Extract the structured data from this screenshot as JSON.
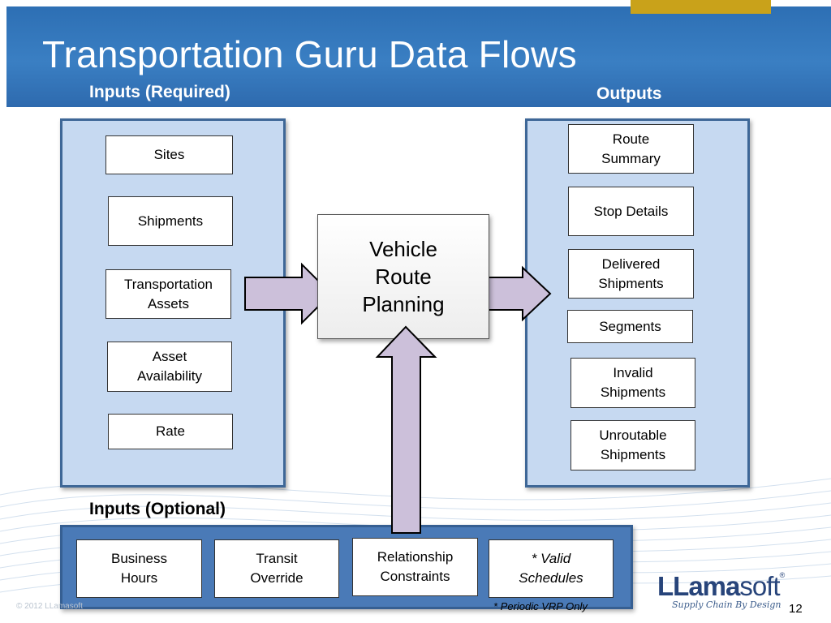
{
  "slide": {
    "title": "Transportation Guru Data Flows",
    "page_number": "12",
    "copyright": "© 2012 LLamasoft"
  },
  "inputs_required": {
    "heading": "Inputs (Required)",
    "items": [
      "Sites",
      "Shipments",
      "Transportation\nAssets",
      "Asset\nAvailability",
      "Rate"
    ]
  },
  "outputs": {
    "heading": "Outputs",
    "items": [
      "Route\nSummary",
      "Stop Details",
      "Delivered\nShipments",
      "Segments",
      "Invalid\nShipments",
      "Unroutable\nShipments"
    ]
  },
  "process": {
    "label": "Vehicle\nRoute\nPlanning"
  },
  "inputs_optional": {
    "heading": "Inputs (Optional)",
    "items": [
      "Business\nHours",
      "Transit\nOverride",
      "Relationship\nConstraints",
      "* Valid\nSchedules"
    ],
    "footnote": "* Periodic VRP Only"
  },
  "logo": {
    "name_bold": "LLama",
    "name_light": "soft",
    "registered": "®",
    "tagline": "Supply Chain By Design"
  },
  "colors": {
    "header_blue": "#3a7fc3",
    "panel_fill": "#c6d9f1",
    "panel_border": "#3e6797",
    "arrow_fill": "#ccc0da",
    "accent_gold": "#c9a21a"
  }
}
